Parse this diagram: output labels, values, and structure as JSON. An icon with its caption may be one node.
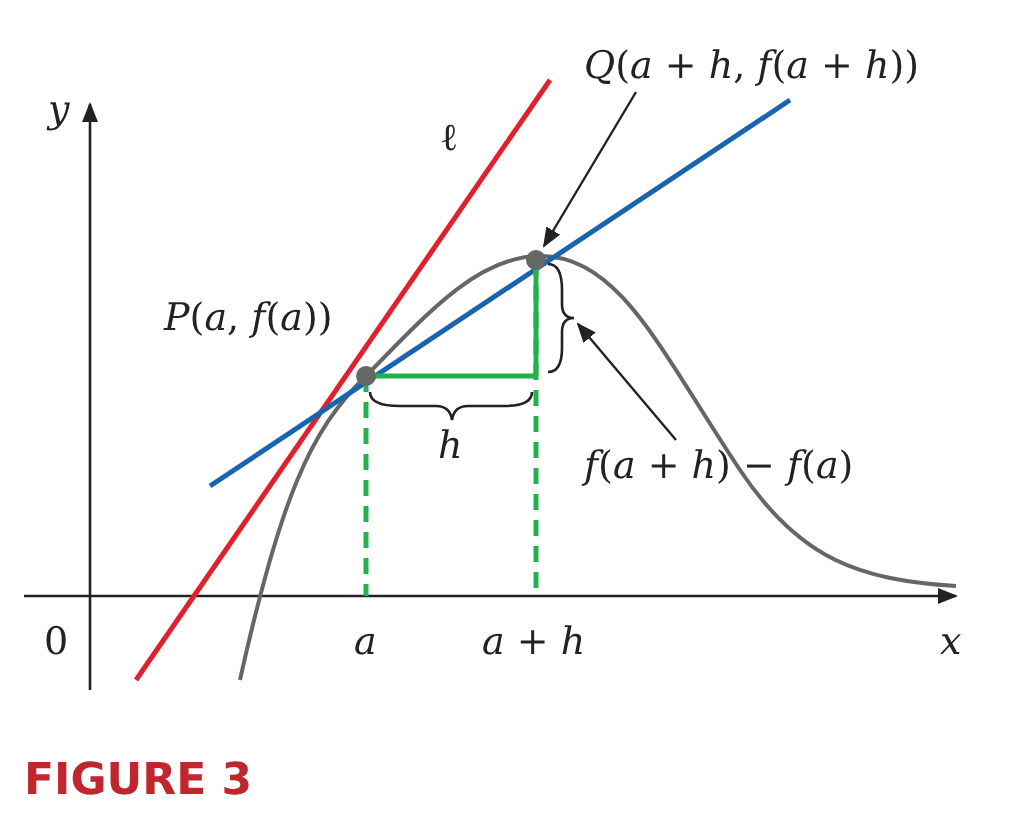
{
  "diagram": {
    "caption": "FIGURE 3",
    "nodes": [
      {
        "text": [
          "*Q*(*a* + *h*, *f*(*a* + *h*))"
        ]
      },
      {
        "text": [],
        "shape": "circle"
      },
      {
        "text": [
          "*f*(*a* + *h*) − *f*(*a*)"
        ]
      },
      {
        "text": [],
        "shape": "bracket"
      },
      {
        "text": [],
        "shape": "circle",
        "beside": [
          "*P*(*a*, *f*(*a*))"
        ]
      }
    ],
    "edges": [
      {
        "from": 0,
        "to": 1,
        "arrow": "to"
      },
      {
        "from": 2,
        "to": 3,
        "arrow": "to"
      }
    ],
    "labels": [
      "*y*",
      "ℓ",
      "*h*",
      "0",
      "*a*",
      "*a* + *h*",
      "*x*"
    ]
  }
}
